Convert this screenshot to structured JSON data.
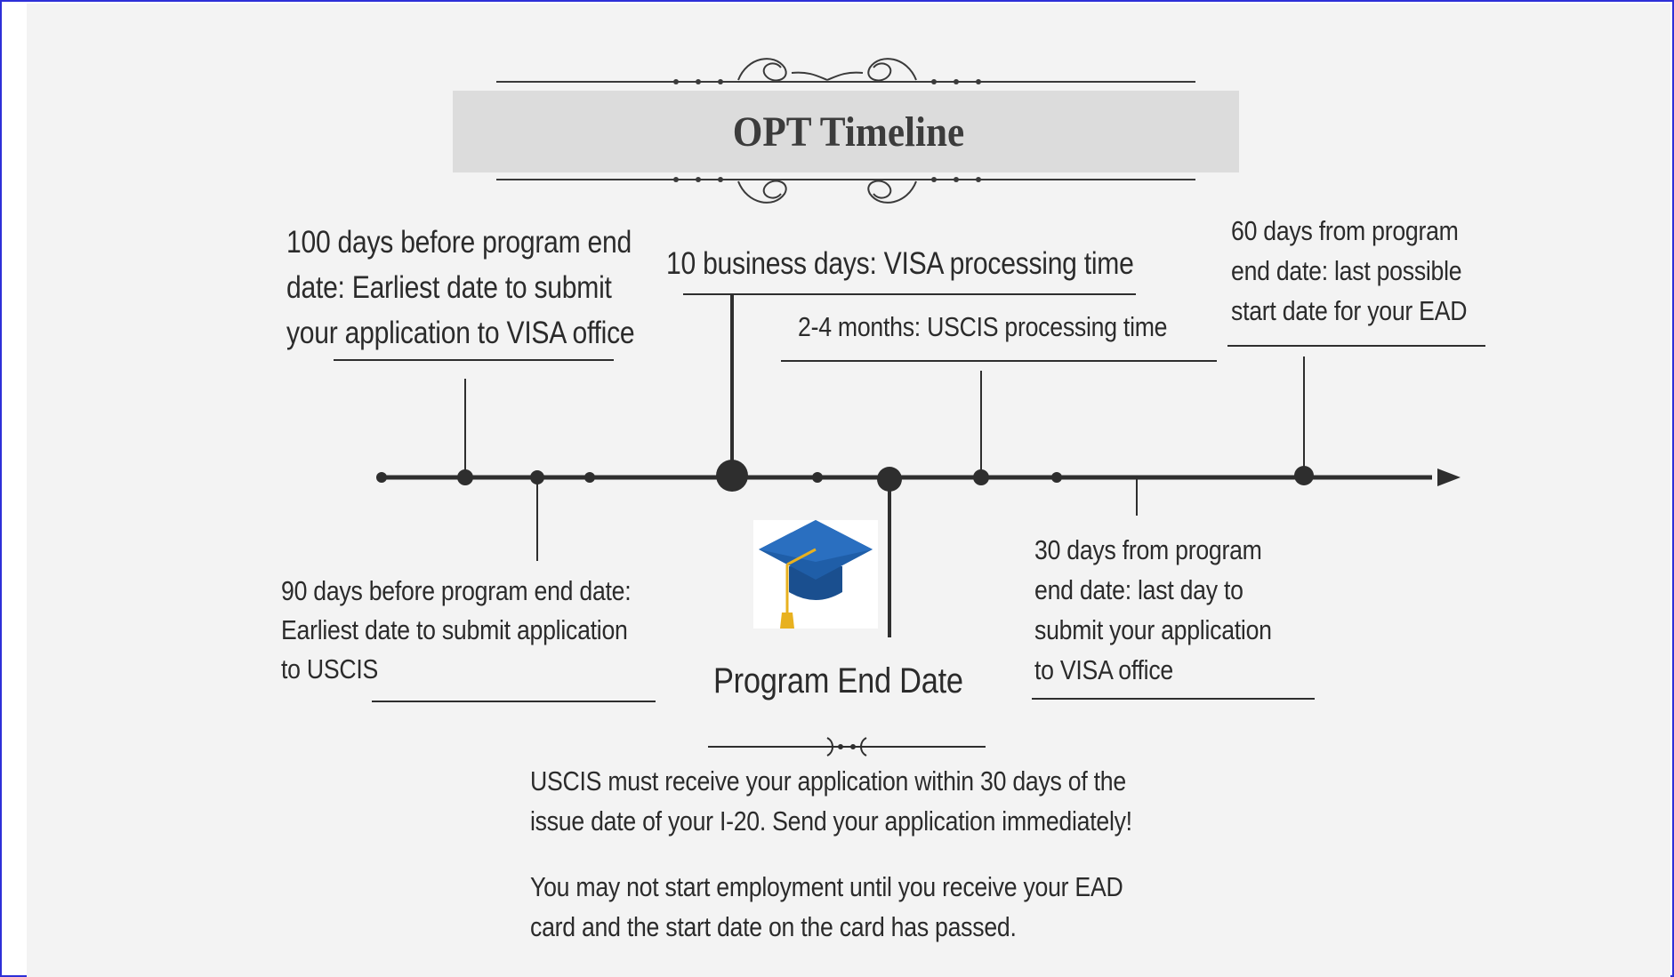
{
  "title": "OPT Timeline",
  "events": {
    "e100": [
      "100 days before program end",
      "date: Earliest date to submit",
      "your application to VISA office"
    ],
    "e90": [
      "90 days before program end date:",
      "Earliest date to submit application",
      "to USCIS"
    ],
    "visa_processing": "10 business days: VISA processing time",
    "uscis_processing": "2-4 months: USCIS processing time",
    "e60": [
      "60 days from program",
      "end date: last possible",
      "start date for your EAD"
    ],
    "e30": [
      "30 days from program",
      "end date: last day to",
      "submit your application",
      "to VISA office"
    ],
    "program_end": "Program End Date"
  },
  "notes": [
    [
      "USCIS must receive your application within 30 days of the",
      "issue date of your I-20.  Send your application immediately!"
    ],
    [
      "You may not start employment until you receive your EAD",
      "card and the start date on the card has passed."
    ]
  ],
  "colors": {
    "line": "#2e2e2e",
    "title_band": "#dcdcdc",
    "cap_blue": "#1f5ea8",
    "tassel": "#e8b120",
    "border": "#2d2fd8"
  },
  "icons": [
    "graduation-cap-icon",
    "flourish-ornament",
    "timeline-arrow"
  ]
}
